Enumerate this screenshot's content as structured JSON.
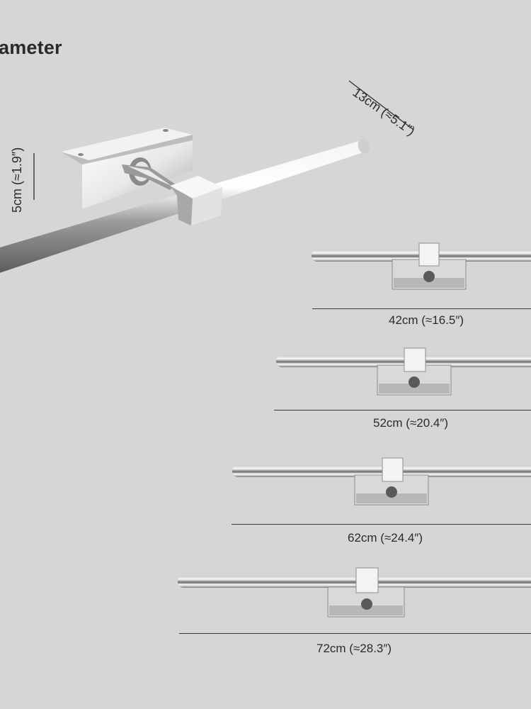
{
  "header": {
    "title": "ameter"
  },
  "dimensions": {
    "depth": "13cm (≈5.1″)",
    "height": "5cm (≈1.9″)"
  },
  "sizes": [
    {
      "label": "42cm (≈16.5″)"
    },
    {
      "label": "52cm (≈20.4″)"
    },
    {
      "label": "62cm (≈24.4″)"
    },
    {
      "label": "72cm (≈28.3″)"
    }
  ],
  "colors": {
    "background": "#d6d6d6",
    "chrome": "#cfcfcf",
    "text": "#2b2b2b"
  }
}
